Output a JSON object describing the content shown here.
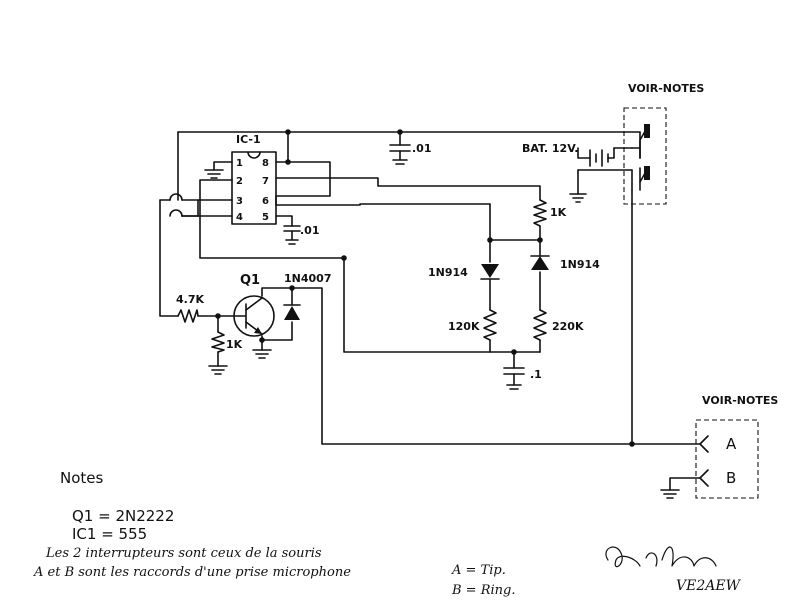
{
  "components": {
    "ic": "IC-1",
    "ic_pins": [
      "1",
      "2",
      "3",
      "4",
      "8",
      "7",
      "6",
      "5"
    ],
    "cap_vcc": ".01",
    "cap_pin5": ".01",
    "cap_bottom": ".1",
    "battery": "BAT. 12V.",
    "transistor": "Q1",
    "diode_protect": "1N4007",
    "r_base": "4.7K",
    "r_base_pd": "1K",
    "r_top": "1K",
    "diode_left": "1N914",
    "diode_right": "1N914",
    "r_left": "120K",
    "r_right": "220K"
  },
  "connectors": {
    "switch_box_label": "VOIR-NOTES",
    "mic_box_label": "VOIR-NOTES",
    "terminal_a": "A",
    "terminal_b": "B"
  },
  "notes": {
    "title": "Notes",
    "line1": "Q1 = 2N2222",
    "line2": "IC1 = 555",
    "line3": "Les 2 interrupteurs sont ceux de la souris",
    "line4": "A et B sont les raccords d'une prise microphone",
    "line5": "A = Tip.",
    "line6": "B = Ring."
  },
  "signature": {
    "callsign": "VE2AEW"
  }
}
